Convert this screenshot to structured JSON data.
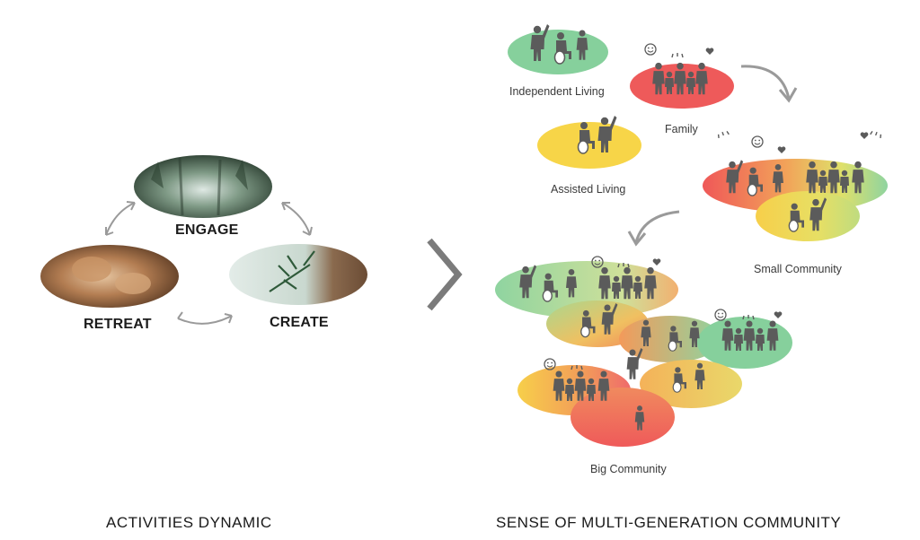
{
  "activities": {
    "title": "ACTIVITIES DYNAMIC",
    "nodes": [
      {
        "label": "ENGAGE",
        "photo": "forest-canopy"
      },
      {
        "label": "RETREAT",
        "photo": "sleeping-squirrels"
      },
      {
        "label": "CREATE",
        "photo": "pine-branch-on-bark"
      }
    ]
  },
  "community": {
    "title": "SENSE OF MULTI-GENERATION COMMUNITY",
    "groups": [
      {
        "label": "Independent Living"
      },
      {
        "label": "Family"
      },
      {
        "label": "Assisted Living"
      },
      {
        "label": "Small Community"
      },
      {
        "label": "Big Community"
      }
    ]
  },
  "colors": {
    "green": "#86d09c",
    "red": "#ee5a5a",
    "yellow": "#f7d548",
    "figure": "#5b5b5b",
    "arrow": "#9a9a9a"
  },
  "icons": [
    "bidirectional-arrow-icon",
    "chevron-right-icon",
    "curved-arrow-icon",
    "smiley-icon",
    "heart-icon",
    "person-figure-icon"
  ]
}
